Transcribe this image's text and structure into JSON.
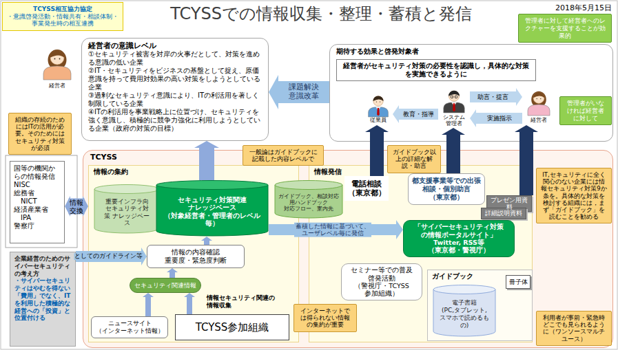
{
  "diagram": {
    "title": "TCYSSでの情報収集・整理・蓄積と発信",
    "nodes": [
      {
        "text": [
          "TCYSS相互協力協定",
          "・意識啓発活動・情報共有・相談体制・事業発生時の相互連携"
        ]
      },
      {
        "text": [
          "経営者"
        ]
      },
      {
        "text": [
          "経営者の意識レベル",
          "①セキュリティ被害を対岸の火事だとして、対策を進める意識の低い企業",
          "②IT・セキュリティをビジネスの基盤として捉え、原価意識を持って費用対効果の高い対策をしようとしている企業",
          "③過剰なセキュリティ意識により、ITの利活用を著しく制限している企業",
          "④ITの利活用を事業戦略上に位置づけ、セキュリティを強く意識し、積極的に競争力強化に利用しようとしている企業（政府の対策の目標）"
        ]
      },
      {
        "text": [
          "組織の存続のためにはITの活用が必要。そのためにはセキュリティ対策が必須"
        ]
      },
      {
        "text": [
          "管理者に対して経営者へのレクチャーを支援することが効果的"
        ]
      },
      {
        "text": [
          "期待する効果と啓発対象者"
        ]
      },
      {
        "text": [
          "経営者がセキュリティ対策の必要性を認識し，具体的な対策を実施できるように"
        ],
        "in": 5
      },
      {
        "text": [
          "従業員"
        ],
        "in": 5
      },
      {
        "text": [
          "システム 管理者"
        ],
        "in": 5
      },
      {
        "text": [
          "経営者"
        ],
        "in": 5
      },
      {
        "text": [
          "管理者がいなければ経営者に対して"
        ],
        "in": 5
      },
      {
        "text": [
          "国等の機関からの情報発信",
          "NISC",
          "総務省",
          "NICT",
          "経済産業省",
          "IPA",
          "警察庁"
        ]
      },
      {
        "text": [
          "企業経営のためのサイバーセキュリティの考え方",
          "・サイバーセキュリティはやむを得ない「費用」でなく、ITを利用した積極的な経営への「投資」と位置付ける"
        ]
      },
      {
        "text": [
          "TCYSS"
        ]
      },
      {
        "text": [
          "情報の集約"
        ],
        "in": 13
      },
      {
        "text": [
          "重要インフラ向 セキュリティ対策 ナレッジベース"
        ],
        "in": 14
      },
      {
        "text": [
          "セキュリティ対策関連 ナレッジベース",
          "（対象経営者・管理者のレベル毎）"
        ],
        "in": 14
      },
      {
        "text": [
          "情報の内容確認",
          "重要度・緊急度判断"
        ],
        "in": 14
      },
      {
        "text": [
          "セキュリティ関連情報"
        ],
        "in": 14
      },
      {
        "text": [
          "ニュースサイト",
          "（インターネット情報）"
        ],
        "in": 14
      },
      {
        "text": [
          "TCYSS参加組織"
        ],
        "in": 14
      },
      {
        "text": [
          "情報発信"
        ],
        "in": 13
      },
      {
        "text": [
          "電話相談",
          "（東京都）"
        ],
        "in": 21
      },
      {
        "text": [
          "都支援事業等での出張相談・個別助言",
          "（東京都）"
        ],
        "in": 21
      },
      {
        "text": [
          "プレゼン用資料"
        ],
        "in": 21
      },
      {
        "text": [
          "詳細説明資料"
        ],
        "in": 21
      },
      {
        "text": [
          "「サイバーセキュリティ対策の情報ポータルサイト」",
          "Twitter, RSS等",
          "（東京都・警視庁）"
        ],
        "in": 21
      },
      {
        "text": [
          "セミナー等での普及啓発活動",
          "（警視庁・TCYSS参加組織）"
        ],
        "in": 21
      },
      {
        "text": [
          "ガイドブック"
        ],
        "in": 21
      },
      {
        "text": [
          "冊子体"
        ],
        "in": 28
      },
      {
        "text": [
          "電子書籍",
          "(PC,タブレット,スマホで読めるもの)"
        ],
        "in": 28
      },
      {
        "text": [
          "ガイドブック、相談対応用ハンドブック",
          "対応フロー、案内先"
        ],
        "in": 13
      },
      {
        "text": [
          "インターネットでは得られない情報の集約が重要"
        ],
        "in": 13
      },
      {
        "text": [
          "IT,セキュリティに全く関心のない企業には情報セキュリティ対策9か条を。具体的な対策を検討する組織には，まず「ガイドブック」を読むことを勧める"
        ],
        "in": 13
      },
      {
        "text": [
          "利用者が事前・緊急時どこでも見られるように（ワンソースマルチユース）"
        ],
        "in": 13
      },
      {
        "text": [
          "一般論はガイドブックに記載した内容レベルで"
        ]
      },
      {
        "text": [
          "ガイドブック以上の詳細な解説・助言"
        ]
      }
    ],
    "edges": [
      {
        "from": 5,
        "to": 2,
        "label": "課題解決 意識改革",
        "arrow": "to"
      },
      {
        "from": 8,
        "to": 9,
        "label": "助言・提言",
        "arrow": "to"
      },
      {
        "from": 9,
        "to": 8,
        "label": "実施指示",
        "arrow": "to"
      },
      {
        "from": 8,
        "to": 7,
        "label": "教育・指導",
        "arrow": "to"
      },
      {
        "from": 11,
        "to": 14,
        "label": "情報交換",
        "arrow": "both"
      },
      {
        "from": 12,
        "to": 17,
        "label": "としてのガイドライン等",
        "arrow": "to"
      },
      {
        "from": 16,
        "to": 2,
        "arrow": "to"
      },
      {
        "from": 17,
        "to": 16,
        "arrow": "to"
      },
      {
        "from": 18,
        "to": 17,
        "arrow": "to"
      },
      {
        "from": 19,
        "to": 18,
        "arrow": "to"
      },
      {
        "from": 20,
        "to": 18,
        "arrow": "to"
      },
      {
        "from": 16,
        "to": 26,
        "label": "蓄積した情報に基づいて、ユーザレベル毎に発信",
        "arrow": "to"
      },
      {
        "from": 22,
        "to": 7,
        "arrow": "to"
      },
      {
        "from": 23,
        "to": 8,
        "arrow": "to"
      },
      {
        "from": 24,
        "to": 9,
        "arrow": "to"
      }
    ],
    "labels": [
      "2018年5月15日",
      "情報セキュリティ関連の 情報収集"
    ]
  }
}
